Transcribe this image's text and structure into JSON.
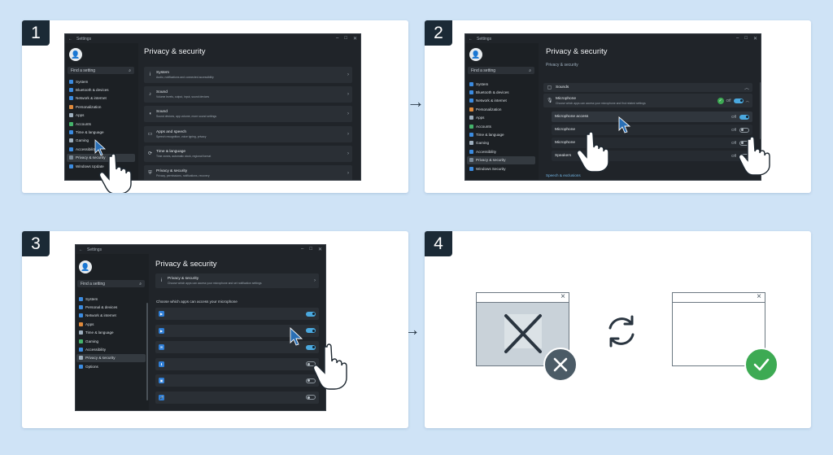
{
  "steps": [
    {
      "number": "1"
    },
    {
      "number": "2"
    },
    {
      "number": "3"
    },
    {
      "number": "4"
    }
  ],
  "arrows": [
    "→",
    "→"
  ],
  "step1": {
    "window_title": "Settings",
    "search_placeholder": "Find a setting",
    "nav": [
      "System",
      "Bluetooth & devices",
      "Network & internet",
      "Personalization",
      "Apps",
      "Accounts",
      "Time & language",
      "Gaming",
      "Accessibility",
      "Privacy & security",
      "Windows Update"
    ],
    "selected_nav": 9,
    "heading": "Privacy & security",
    "rows": [
      {
        "icon": "i",
        "title": "System",
        "sub": "Audio, notifications and connected accessibility"
      },
      {
        "icon": "♪",
        "title": "Sound",
        "sub": "Volume levels, output, input, sound devices"
      },
      {
        "icon": "◖",
        "title": "Sound",
        "sub": "Sound devices, app volume, more sound settings"
      },
      {
        "icon": "▭",
        "title": "Apps and speech",
        "sub": "Speech recognition, voice typing, privacy"
      },
      {
        "icon": "⟳",
        "title": "Time & language",
        "sub": "Time zones, automatic clock, regional format"
      },
      {
        "icon": "⛨",
        "title": "Privacy & security",
        "sub": "Privacy, permissions, notifications, recovery"
      }
    ]
  },
  "step2": {
    "window_title": "Settings",
    "search_placeholder": "Find a setting",
    "nav": [
      "System",
      "Bluetooth & devices",
      "Network & internet",
      "Personalization",
      "Apps",
      "Accounts",
      "Time & language",
      "Gaming",
      "Accessibility",
      "Privacy & security",
      "Windows Security"
    ],
    "heading": "Privacy & security",
    "breadcrumb": "Privacy & security",
    "section": "Sounds",
    "mic_title": "Microphone",
    "mic_sub": "Choose which apps can access your microphone and find related settings",
    "mic_state": "Off",
    "subrows": [
      {
        "label": "Microphone access",
        "state": "Off",
        "on": true
      },
      {
        "label": "Microphone",
        "state": "Off",
        "on": false
      },
      {
        "label": "Microphone",
        "state": "Off",
        "on": false
      },
      {
        "label": "Speakers",
        "state": "Off",
        "on": false
      }
    ],
    "footer_link": "Speech & exclusions"
  },
  "step3": {
    "window_title": "Settings",
    "search_placeholder": "Find a setting",
    "nav": [
      "System",
      "Personal & devices",
      "Network & internet",
      "Apps",
      "Time & language",
      "Gaming",
      "Accessibility",
      "Privacy & security",
      "Options"
    ],
    "heading": "Privacy & security",
    "top_row_title": "Privacy & security",
    "top_row_sub": "Choose which apps can access your microphone and set notification settings",
    "list_label": "Choose which apps can access your microphone",
    "apps": [
      {
        "icon": "▶",
        "on": true
      },
      {
        "icon": "▶",
        "on": true
      },
      {
        "icon": "✉",
        "on": true
      },
      {
        "icon": "⬇",
        "on": false
      },
      {
        "icon": "▣",
        "on": false
      },
      {
        "icon": "🎤",
        "on": false
      }
    ]
  },
  "step4": {
    "close_glyph": "×",
    "refresh_icon": "refresh-icon",
    "error_icon": "x-circle-icon",
    "success_icon": "check-circle-icon"
  },
  "colors": {
    "background": "#cfe3f6",
    "badge": "#1b2a36",
    "toggle_on": "#4aa8de",
    "success": "#3daa53",
    "error": "#4b5b66"
  }
}
